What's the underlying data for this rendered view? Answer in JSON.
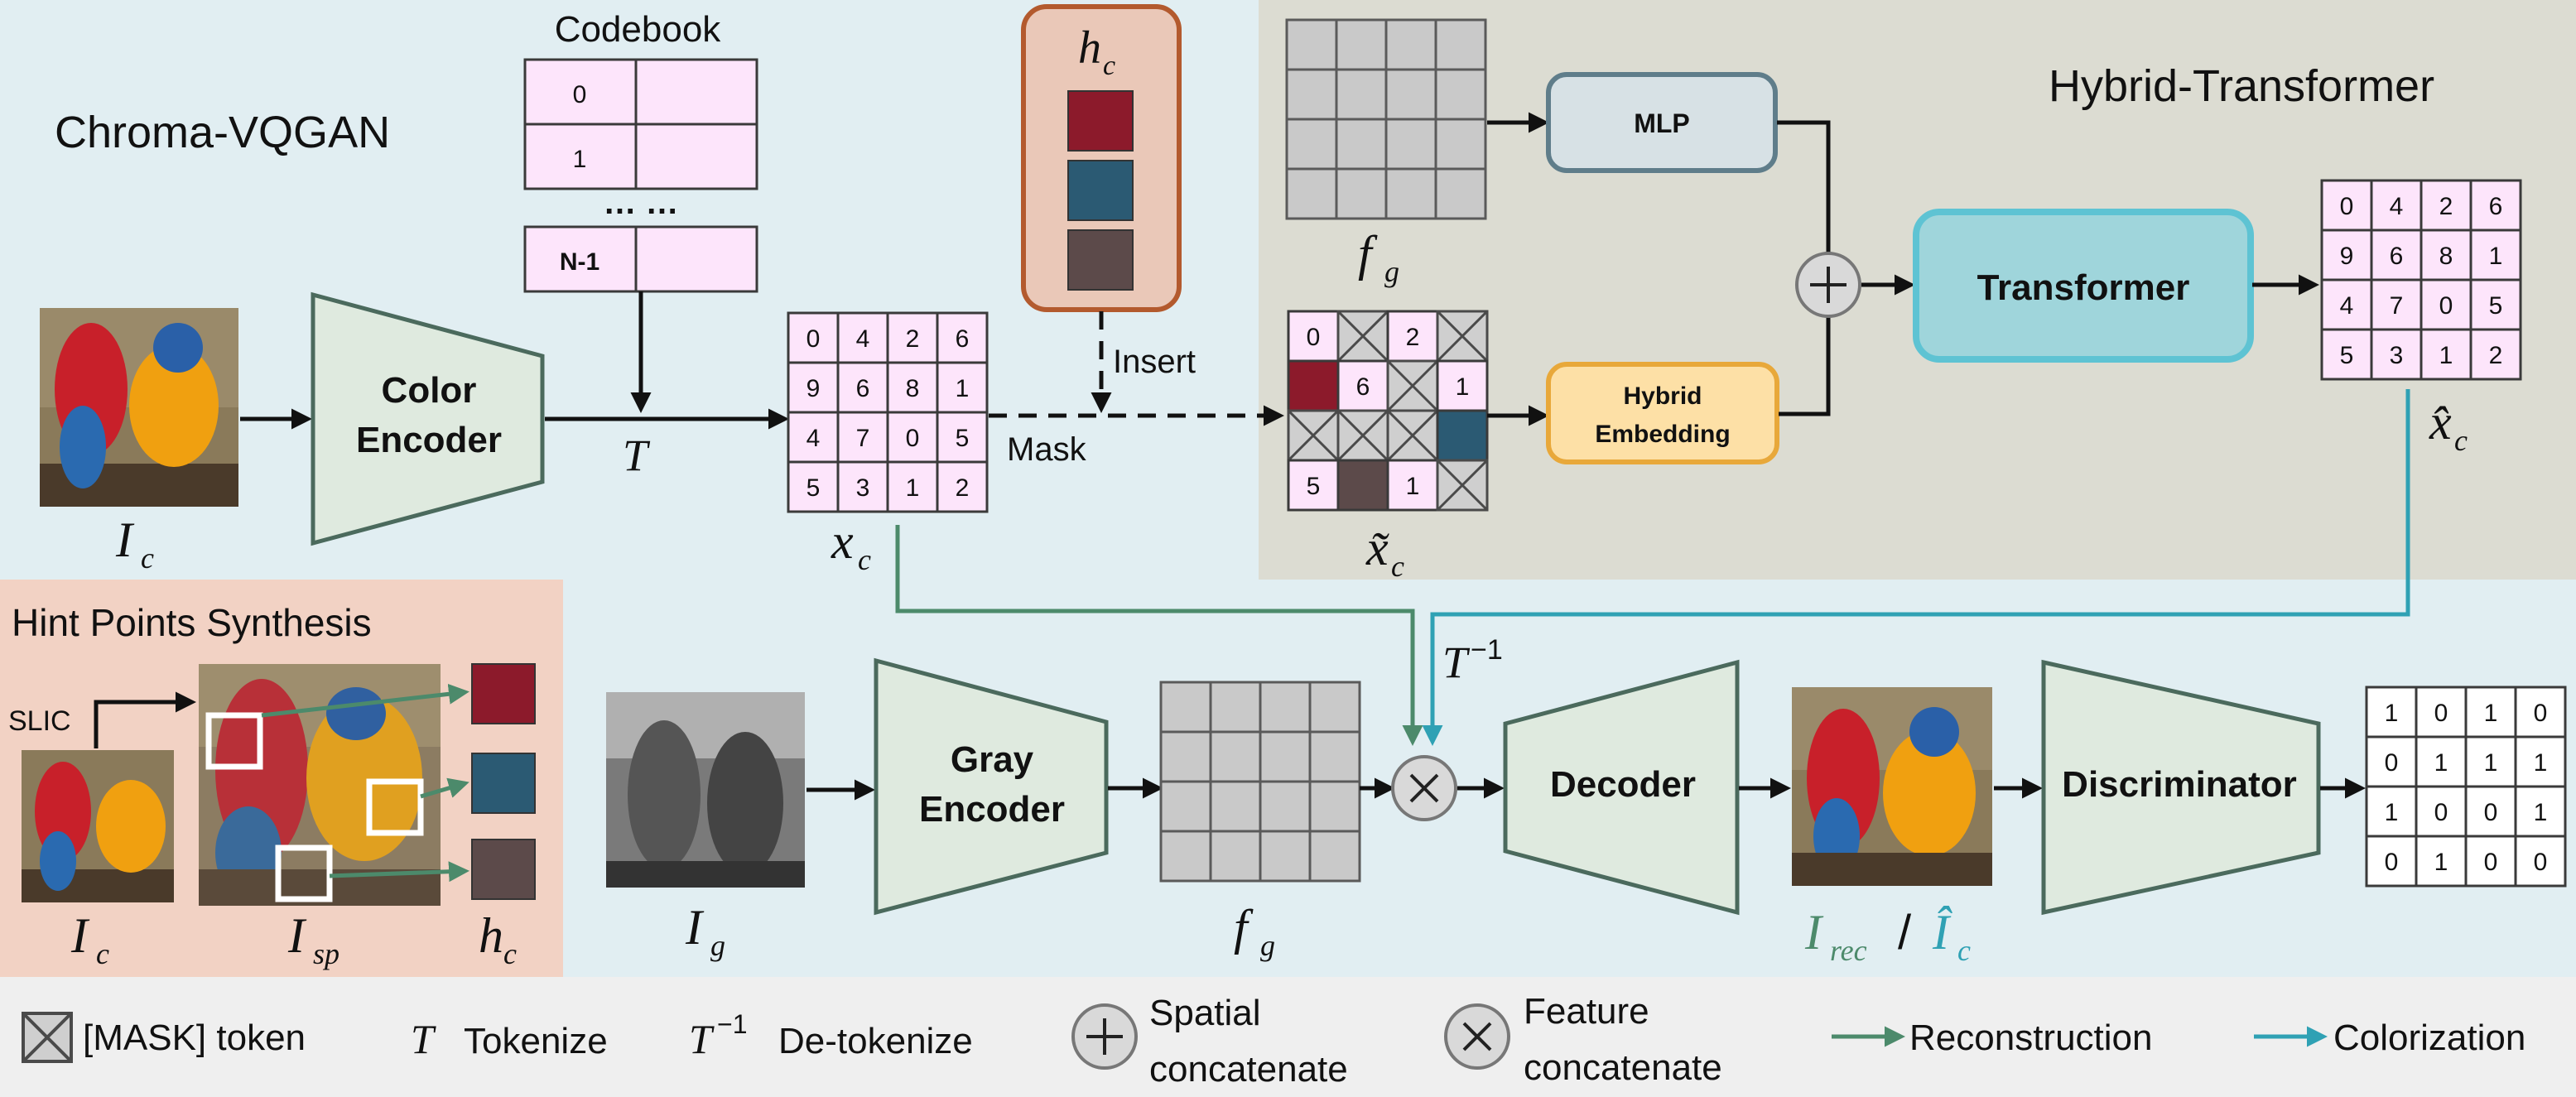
{
  "colors": {
    "bg_main": "#e1eef2",
    "bg_hybrid": "#dcdcd2",
    "bg_hint": "#f2d2c4",
    "bg_legend": "#efefef",
    "token_pink": "#fde5fb",
    "token_red": "#8c1a2b",
    "token_blue": "#2b5a73",
    "token_brown": "#5c4a4a",
    "reconstruction": "#4c8a6b",
    "colorization": "#2fa1b4",
    "transformer_fill": "#9fd5db",
    "transformer_border": "#5ec3d3",
    "hybrid_emb_fill": "#fde0a6",
    "hybrid_emb_border": "#e8a83a",
    "mlp_fill": "#d7e1e5"
  },
  "sections": {
    "chroma_vqgan": "Chroma-VQGAN",
    "hybrid_transformer": "Hybrid-Transformer",
    "hint_points": "Hint Points Synthesis"
  },
  "codebook": {
    "title": "Codebook",
    "rows": [
      "0",
      "1",
      "N-1"
    ],
    "ellipsis": "… …"
  },
  "modules": {
    "color_encoder_line1": "Color",
    "color_encoder_line2": "Encoder",
    "gray_encoder_line1": "Gray",
    "gray_encoder_line2": "Encoder",
    "decoder": "Decoder",
    "discriminator": "Discriminator",
    "transformer": "Transformer",
    "mlp": "MLP",
    "hybrid_line1": "Hybrid",
    "hybrid_line2": "Embedding"
  },
  "hc_label": {
    "main": "h",
    "sub": "c"
  },
  "labels": {
    "insert": "Insert",
    "mask": "Mask",
    "slic": "SLIC",
    "T": "T",
    "Tinv": "T",
    "Tinv_sup": "−1",
    "Ic": "I",
    "Ic_sub": "c",
    "xc": "x",
    "xc_sub": "c",
    "xtilde": "x̃",
    "xtilde_sub": "c",
    "xhat": "x̂",
    "xhat_sub": "c",
    "fg": "f",
    "fg_sub": "g",
    "Ig": "I",
    "Ig_sub": "g",
    "Isp": "I",
    "Isp_sub": "sp",
    "hc": "h",
    "hc_sub": "c",
    "Irec": "I",
    "Irec_sub": "rec",
    "slash": "/",
    "Ichat": "Î",
    "Ichat_sub": "c"
  },
  "xc_grid": [
    [
      "0",
      "4",
      "2",
      "6"
    ],
    [
      "9",
      "6",
      "8",
      "1"
    ],
    [
      "4",
      "7",
      "0",
      "5"
    ],
    [
      "5",
      "3",
      "1",
      "2"
    ]
  ],
  "xhat_grid": [
    [
      "0",
      "4",
      "2",
      "6"
    ],
    [
      "9",
      "6",
      "8",
      "1"
    ],
    [
      "4",
      "7",
      "0",
      "5"
    ],
    [
      "5",
      "3",
      "1",
      "2"
    ]
  ],
  "xtilde_grid": [
    [
      "0",
      "M",
      "2",
      "M"
    ],
    [
      "R",
      "6",
      "M",
      "1"
    ],
    [
      "M",
      "M",
      "M",
      "B"
    ],
    [
      "5",
      "W",
      "1",
      "M"
    ]
  ],
  "disc_grid": [
    [
      "1",
      "0",
      "1",
      "0"
    ],
    [
      "0",
      "1",
      "1",
      "1"
    ],
    [
      "1",
      "0",
      "0",
      "1"
    ],
    [
      "0",
      "1",
      "0",
      "0"
    ]
  ],
  "legend": {
    "mask_token": "[MASK] token",
    "T_sym": "T",
    "tokenize": "Tokenize",
    "Tinv_sym": "T",
    "Tinv_sup": "−1",
    "detokenize": "De-tokenize",
    "spatial_line1": "Spatial",
    "spatial_line2": "concatenate",
    "feature_line1": "Feature",
    "feature_line2": "concatenate",
    "reconstruction": "Reconstruction",
    "colorization": "Colorization"
  }
}
